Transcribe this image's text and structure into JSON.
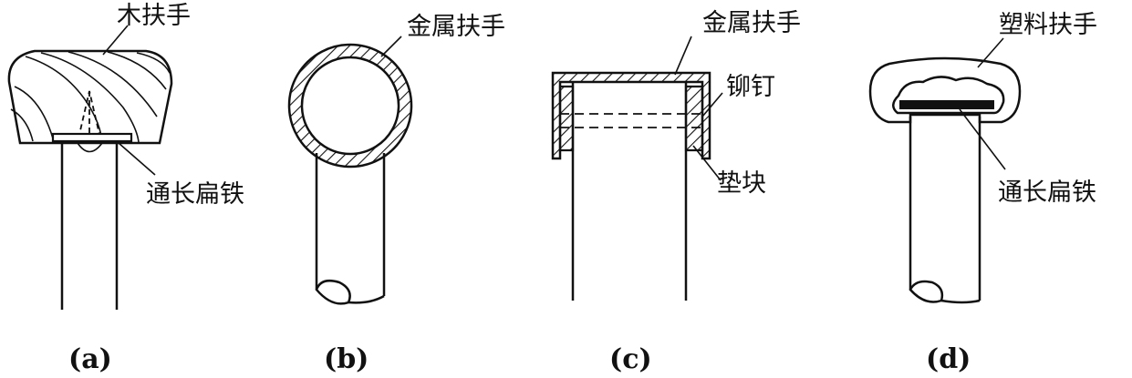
{
  "figures": {
    "a": {
      "caption": "(a)",
      "labels": {
        "handrail": "木扶手",
        "flat_iron": "通长扁铁"
      }
    },
    "b": {
      "caption": "(b)",
      "labels": {
        "handrail": "金属扶手"
      }
    },
    "c": {
      "caption": "(c)",
      "labels": {
        "handrail": "金属扶手",
        "rivet": "铆钉",
        "spacer": "垫块"
      }
    },
    "d": {
      "caption": "(d)",
      "labels": {
        "handrail": "塑料扶手",
        "flat_iron": "通长扁铁"
      }
    }
  },
  "colors": {
    "ink": "#111111",
    "background": "#ffffff"
  }
}
